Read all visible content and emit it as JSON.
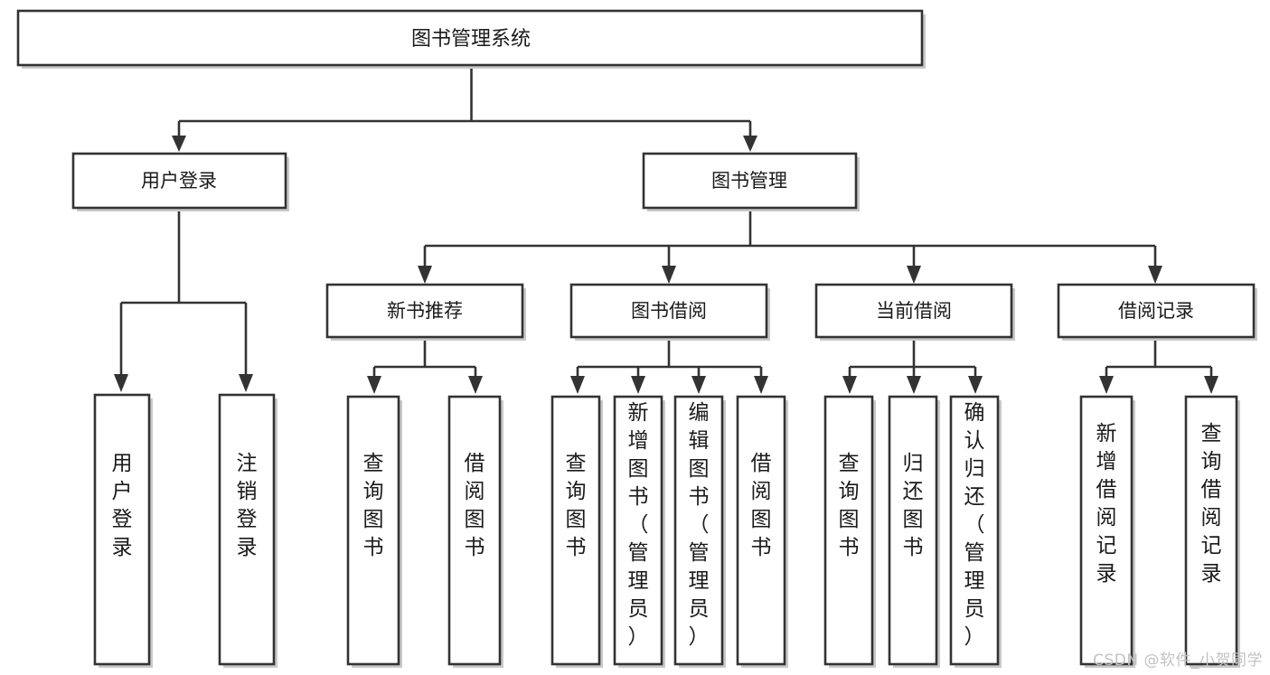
{
  "diagram": {
    "type": "tree-hierarchy",
    "title": "图书管理系统",
    "watermark": "CSDN @软件_小贺同学",
    "colors": {
      "background": "#ffffff",
      "box_fill": "#ffffff",
      "box_stroke": "#333333",
      "box_shadow": "#c9c9c9",
      "text": "#1a1a1a",
      "watermark": "#c2c2c2"
    },
    "root": {
      "label": "图书管理系统"
    },
    "level2": [
      {
        "label": "用户登录"
      },
      {
        "label": "图书管理"
      }
    ],
    "level3": [
      {
        "label": "新书推荐"
      },
      {
        "label": "图书借阅"
      },
      {
        "label": "当前借阅"
      },
      {
        "label": "借阅记录"
      }
    ],
    "leaves": {
      "user_login": [
        {
          "label": "用户登录"
        },
        {
          "label": "注销登录"
        }
      ],
      "new_book_recommend": [
        {
          "label": "查询图书"
        },
        {
          "label": "借阅图书"
        }
      ],
      "book_borrow": [
        {
          "label": "查询图书"
        },
        {
          "label": "新增图书（管理员）"
        },
        {
          "label": "编辑图书（管理员）"
        },
        {
          "label": "借阅图书"
        }
      ],
      "current_borrow": [
        {
          "label": "查询图书"
        },
        {
          "label": "归还图书"
        },
        {
          "label": "确认归还（管理员）"
        }
      ],
      "borrow_record": [
        {
          "label": "新增借阅记录"
        },
        {
          "label": "查询借阅记录"
        }
      ]
    }
  }
}
